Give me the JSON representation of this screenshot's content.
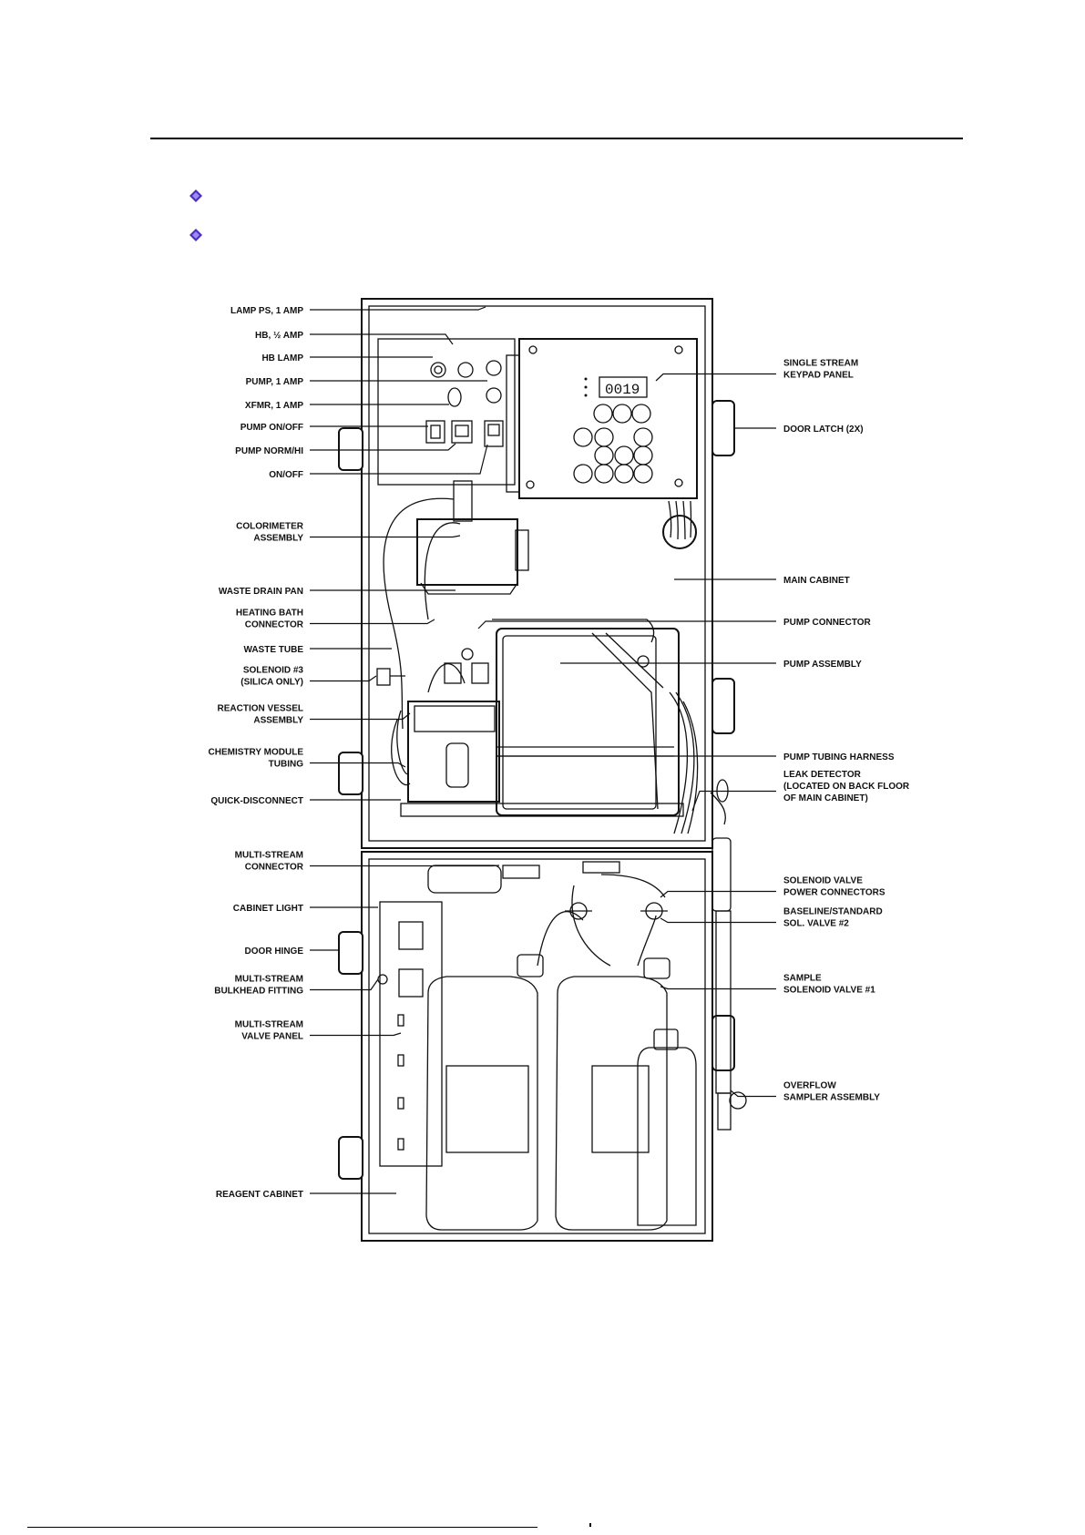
{
  "labels_left": [
    {
      "id": "lamp-ps",
      "lines": [
        "LAMP PS, 1 AMP"
      ]
    },
    {
      "id": "hb-half",
      "lines": [
        "HB, ½ AMP"
      ]
    },
    {
      "id": "hb-lamp",
      "lines": [
        "HB LAMP"
      ]
    },
    {
      "id": "pump-1amp",
      "lines": [
        "PUMP, 1 AMP"
      ]
    },
    {
      "id": "xfmr",
      "lines": [
        "XFMR, 1 AMP"
      ]
    },
    {
      "id": "pump-onoff",
      "lines": [
        "PUMP ON/OFF"
      ]
    },
    {
      "id": "pump-normhi",
      "lines": [
        "PUMP NORM/HI"
      ]
    },
    {
      "id": "onoff",
      "lines": [
        "ON/OFF"
      ]
    },
    {
      "id": "colorimeter",
      "lines": [
        "COLORIMETER",
        "ASSEMBLY"
      ]
    },
    {
      "id": "waste-drain",
      "lines": [
        "WASTE DRAIN PAN"
      ]
    },
    {
      "id": "heating-bath",
      "lines": [
        "HEATING BATH",
        "CONNECTOR"
      ]
    },
    {
      "id": "waste-tube",
      "lines": [
        "WASTE TUBE"
      ]
    },
    {
      "id": "solenoid3",
      "lines": [
        "SOLENOID #3",
        "(SILICA ONLY)"
      ]
    },
    {
      "id": "reaction-vessel",
      "lines": [
        "REACTION VESSEL",
        "ASSEMBLY"
      ]
    },
    {
      "id": "chem-module",
      "lines": [
        "CHEMISTRY MODULE",
        "TUBING"
      ]
    },
    {
      "id": "quick-disconnect",
      "lines": [
        "QUICK-DISCONNECT"
      ]
    },
    {
      "id": "ms-connector",
      "lines": [
        "MULTI-STREAM",
        "CONNECTOR"
      ]
    },
    {
      "id": "cabinet-light",
      "lines": [
        "CABINET LIGHT"
      ]
    },
    {
      "id": "door-hinge",
      "lines": [
        "DOOR HINGE"
      ]
    },
    {
      "id": "ms-bulkhead",
      "lines": [
        "MULTI-STREAM",
        "BULKHEAD FITTING"
      ]
    },
    {
      "id": "ms-valve-panel",
      "lines": [
        "MULTI-STREAM",
        "VALVE PANEL"
      ]
    },
    {
      "id": "reagent-cabinet",
      "lines": [
        "REAGENT CABINET"
      ]
    }
  ],
  "labels_right": [
    {
      "id": "keypad",
      "lines": [
        "SINGLE STREAM",
        "KEYPAD PANEL"
      ]
    },
    {
      "id": "door-latch",
      "lines": [
        "DOOR LATCH (2X)"
      ]
    },
    {
      "id": "main-cabinet",
      "lines": [
        "MAIN CABINET"
      ]
    },
    {
      "id": "pump-connector",
      "lines": [
        "PUMP CONNECTOR"
      ]
    },
    {
      "id": "pump-assembly",
      "lines": [
        "PUMP ASSEMBLY"
      ]
    },
    {
      "id": "pump-tubing",
      "lines": [
        "PUMP TUBING HARNESS"
      ]
    },
    {
      "id": "leak-detector",
      "lines": [
        "LEAK DETECTOR",
        "(LOCATED ON BACK FLOOR",
        "OF MAIN CABINET)"
      ]
    },
    {
      "id": "sol-power",
      "lines": [
        "SOLENOID VALVE",
        "POWER CONNECTORS"
      ]
    },
    {
      "id": "baseline",
      "lines": [
        "BASELINE/STANDARD",
        "SOL. VALVE #2"
      ]
    },
    {
      "id": "sample-valve",
      "lines": [
        "SAMPLE",
        "SOLENOID VALVE #1"
      ]
    },
    {
      "id": "overflow",
      "lines": [
        "OVERFLOW",
        "SAMPLER ASSEMBLY"
      ]
    }
  ],
  "display_readout": "0019"
}
